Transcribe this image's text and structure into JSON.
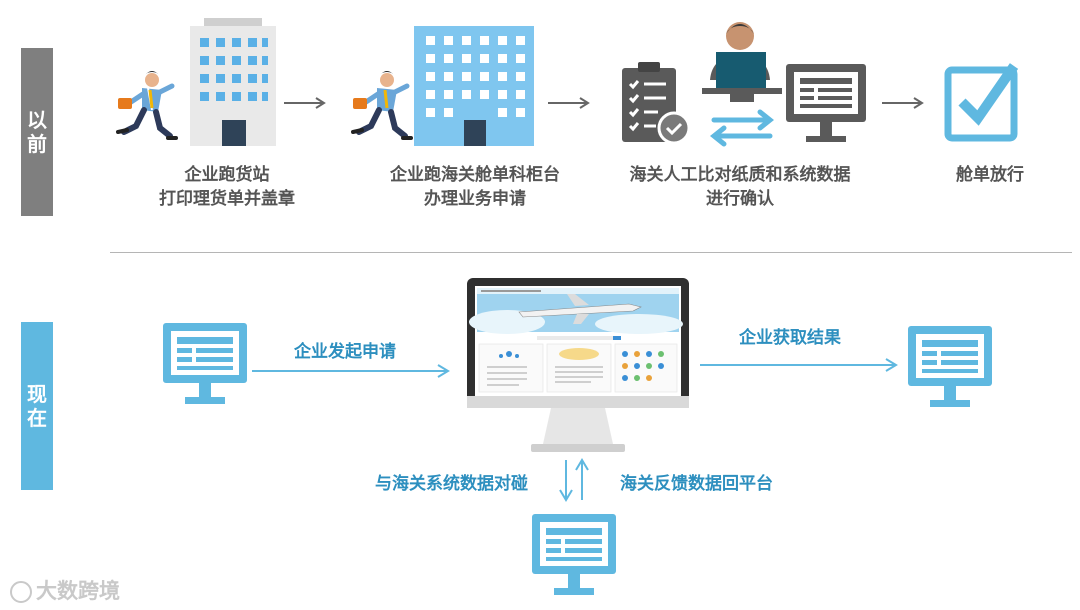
{
  "before_label": "以前",
  "now_label": "现在",
  "before_steps": [
    {
      "line1": "企业跑货站",
      "line2": "打印理货单并盖章"
    },
    {
      "line1": "企业跑海关舱单科柜台",
      "line2": "办理业务申请"
    },
    {
      "line1": "海关人工比对纸质和系统数据",
      "line2": "进行确认"
    },
    {
      "line1": "舱单放行",
      "line2": ""
    }
  ],
  "now": {
    "submit_label": "企业发起申请",
    "result_label": "企业获取结果",
    "compare_label": "与海关系统数据对碰",
    "feedback_label": "海关反馈数据回平台"
  },
  "watermark": "大数跨境",
  "colors": {
    "accent_blue": "#5fb8e0",
    "gray": "#7f7f7f",
    "caption_gray": "#555555"
  }
}
